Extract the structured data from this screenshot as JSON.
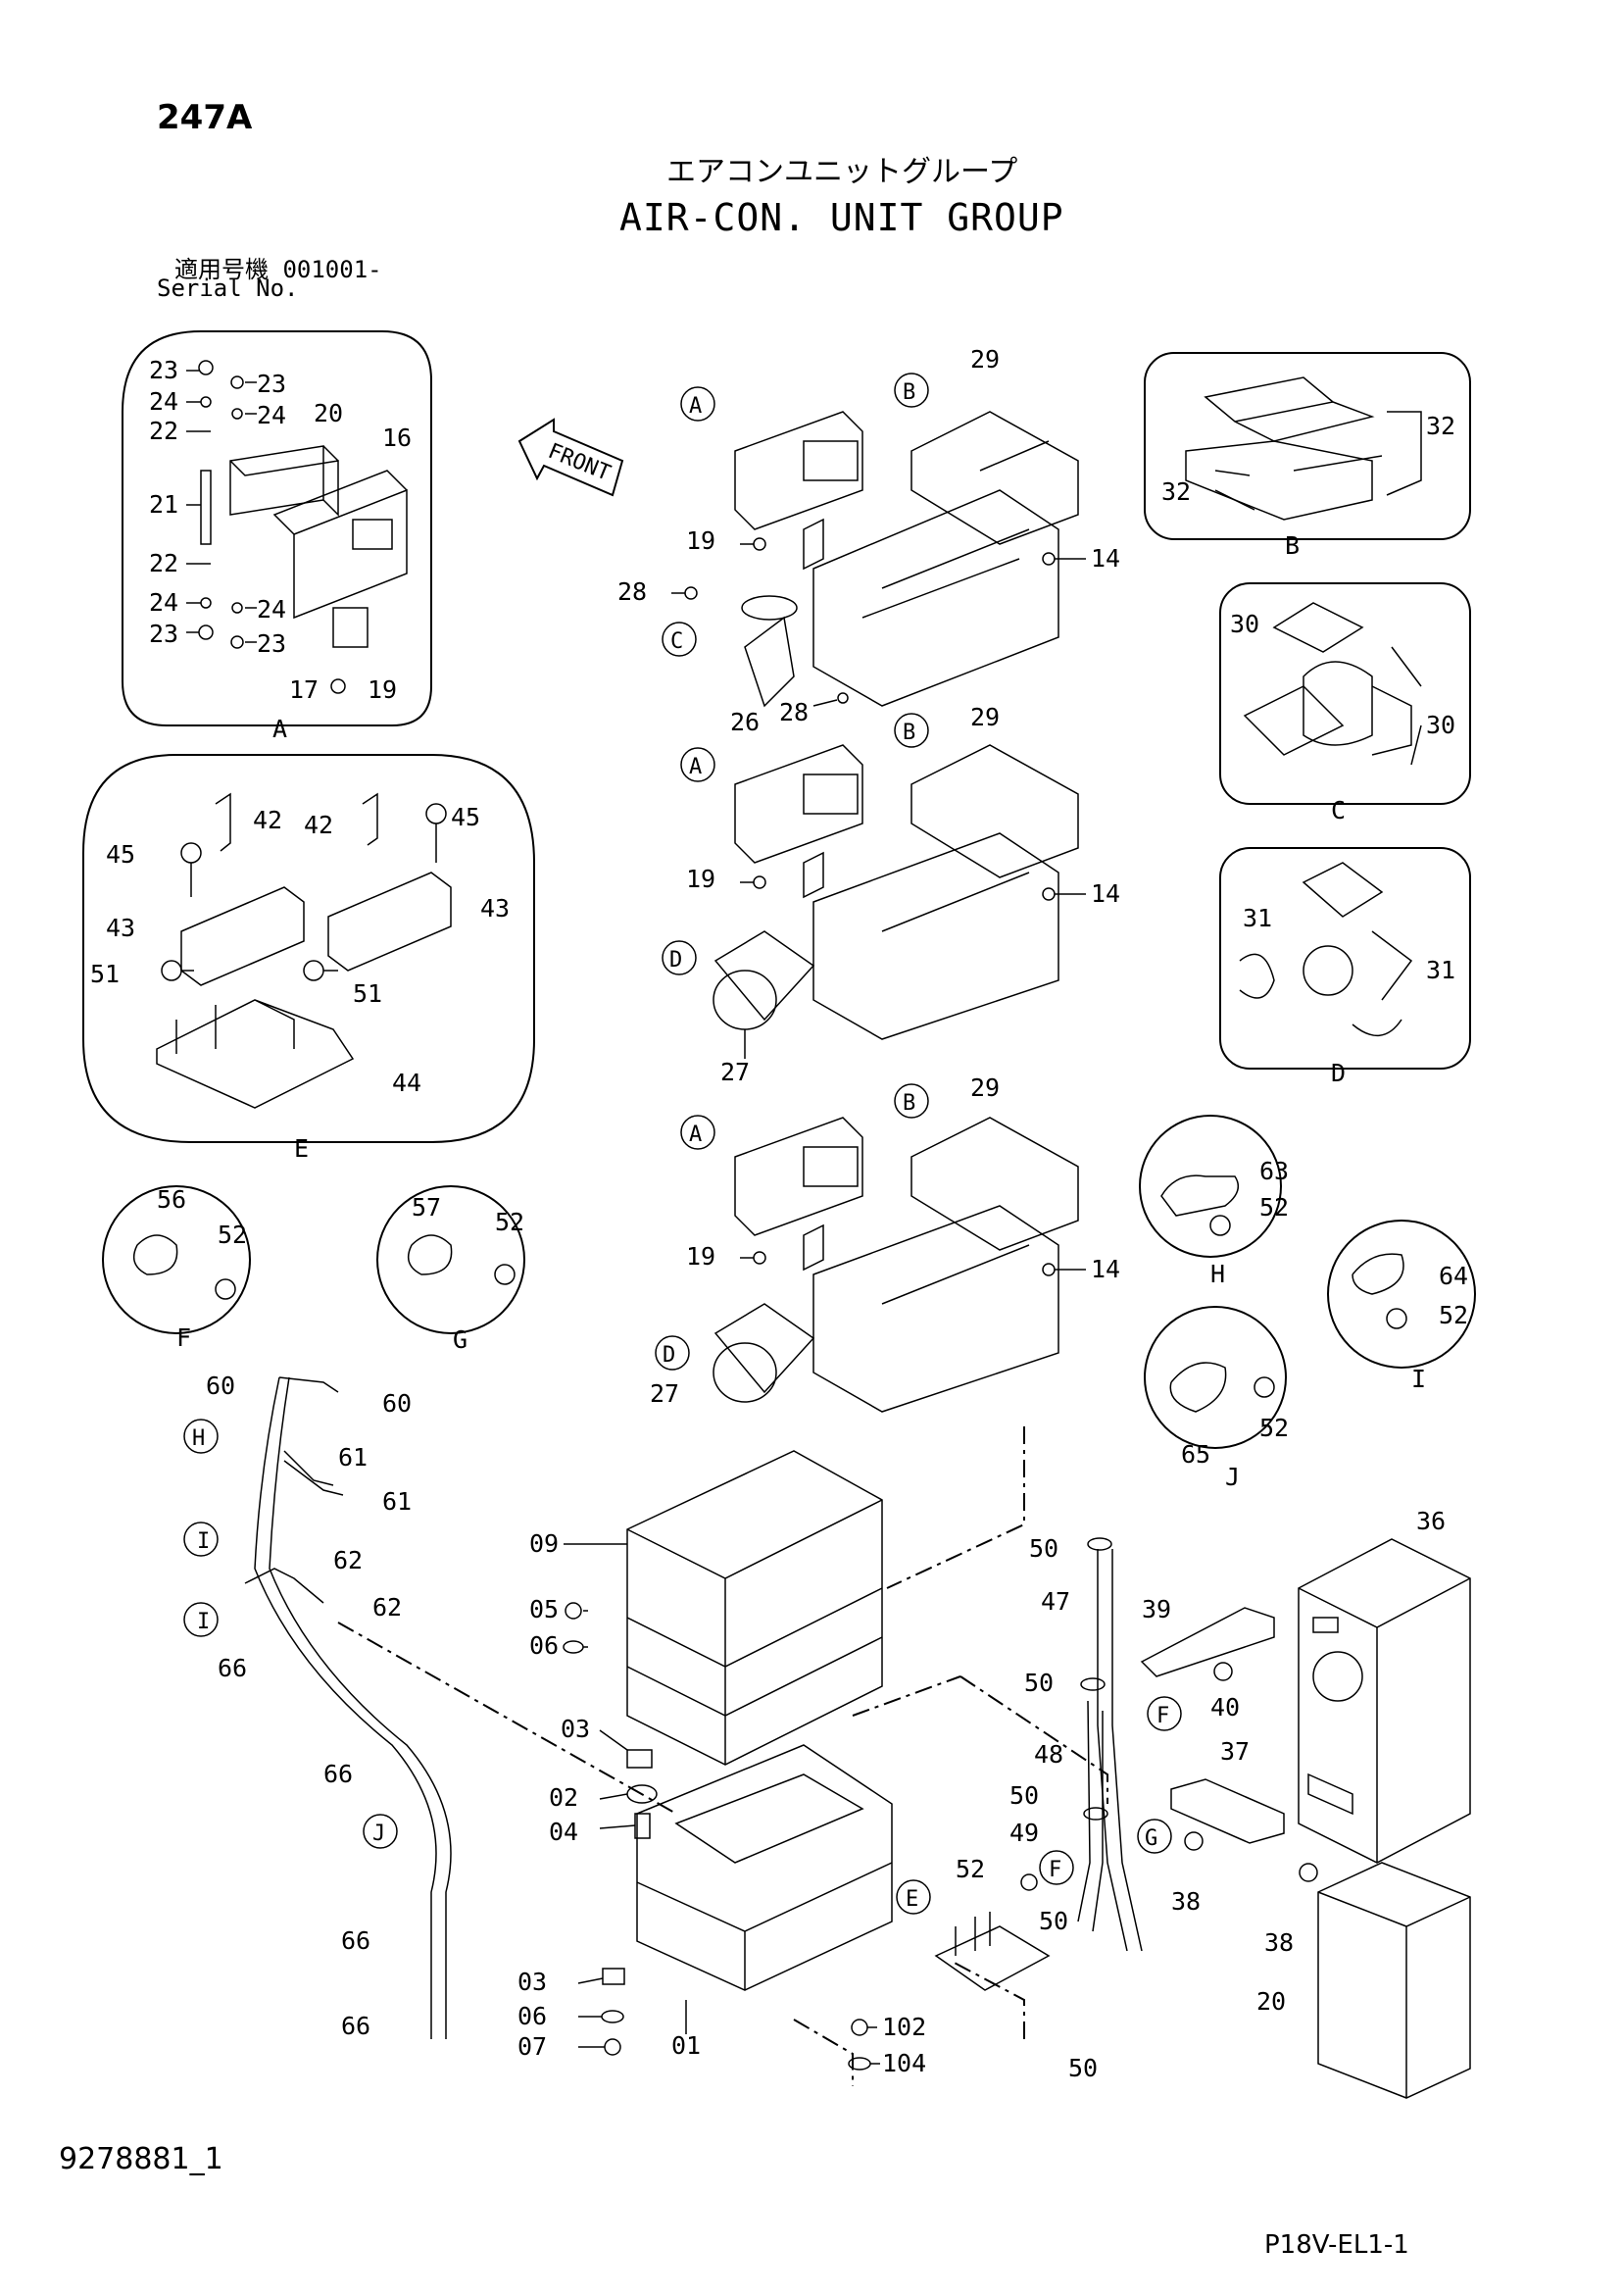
{
  "header": {
    "page_number": "247A",
    "title_jp": "エアコンユニットグループ",
    "title_en": "AIR-CON. UNIT GROUP",
    "serial_label_jp": "適用号機  001001-",
    "serial_label_en": "Serial No."
  },
  "footer": {
    "document_id": "9278881_1",
    "page_ref": "P18V-EL1-1"
  },
  "front_label": "FRONT",
  "detail_labels": {
    "A": "A",
    "B": "B",
    "C": "C",
    "D": "D",
    "E": "E",
    "F": "F",
    "G": "G",
    "H": "H",
    "I": "I",
    "J": "J"
  },
  "part_numbers": [
    "01",
    "02",
    "03",
    "04",
    "05",
    "06",
    "07",
    "09",
    "14",
    "16",
    "17",
    "19",
    "20",
    "21",
    "22",
    "23",
    "24",
    "26",
    "27",
    "28",
    "29",
    "30",
    "31",
    "32",
    "36",
    "37",
    "38",
    "39",
    "40",
    "42",
    "43",
    "44",
    "45",
    "47",
    "48",
    "49",
    "50",
    "51",
    "52",
    "56",
    "57",
    "60",
    "61",
    "62",
    "63",
    "64",
    "65",
    "66",
    "102",
    "104"
  ]
}
